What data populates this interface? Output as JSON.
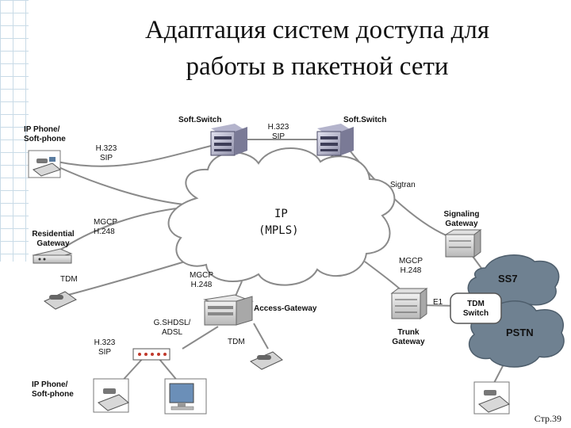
{
  "title_line1": "Адаптация систем доступа для",
  "title_line2": "работы в пакетной сети",
  "labels": {
    "softswitch_left": "Soft.Switch",
    "softswitch_right": "Soft.Switch",
    "h323_sip_top": [
      "H.323",
      "SIP"
    ],
    "h323_sip_left": [
      "H.323",
      "SIP"
    ],
    "ip_phone_top": [
      "IP Phone/",
      "Soft-phone"
    ],
    "sigtran": "Sigtran",
    "ip": "IP",
    "mpls": "(MPLS)",
    "mgcp_left": [
      "MGCP",
      "H.248"
    ],
    "residential_gateway": [
      "Residential",
      "Gateway"
    ],
    "signaling_gateway": [
      "Signaling",
      "Gateway"
    ],
    "mgcp_right": [
      "MGCP",
      "H.248"
    ],
    "tdm_left": "TDM",
    "mgcp_center": [
      "MGCP",
      "H.248"
    ],
    "ss7": "SS7",
    "e1": "E1",
    "tdm_switch": [
      "TDM",
      "Switch"
    ],
    "access_gateway": "Access-Gateway",
    "gshdsl_adsl": [
      "G.SHDSL/",
      "ADSL"
    ],
    "h323_sip_bottom": [
      "H.323",
      "SIP"
    ],
    "tdm_bottom": "TDM",
    "trunk_gateway": [
      "Trunk",
      "Gateway"
    ],
    "pstn": "PSTN",
    "ip_phone_bottom": [
      "IP Phone/",
      "Soft-phone"
    ]
  },
  "page_number": "Стр.39",
  "colors": {
    "cloud_fill": "#ffffff",
    "cloud_stroke": "#8a8a8a",
    "ss7_fill": "#6f8191",
    "pstn_fill": "#6f8191",
    "link": "#8a8a8a",
    "server_body": "#cfcfe0",
    "server_dark": "#3e3e58"
  },
  "icons": [
    "softswitch-icon",
    "ip-phone-icon",
    "residential-gateway-icon",
    "signaling-gateway-icon",
    "telephone-icon",
    "access-gateway-icon",
    "dsl-modem-icon",
    "pc-monitor-icon",
    "trunk-gateway-icon"
  ]
}
